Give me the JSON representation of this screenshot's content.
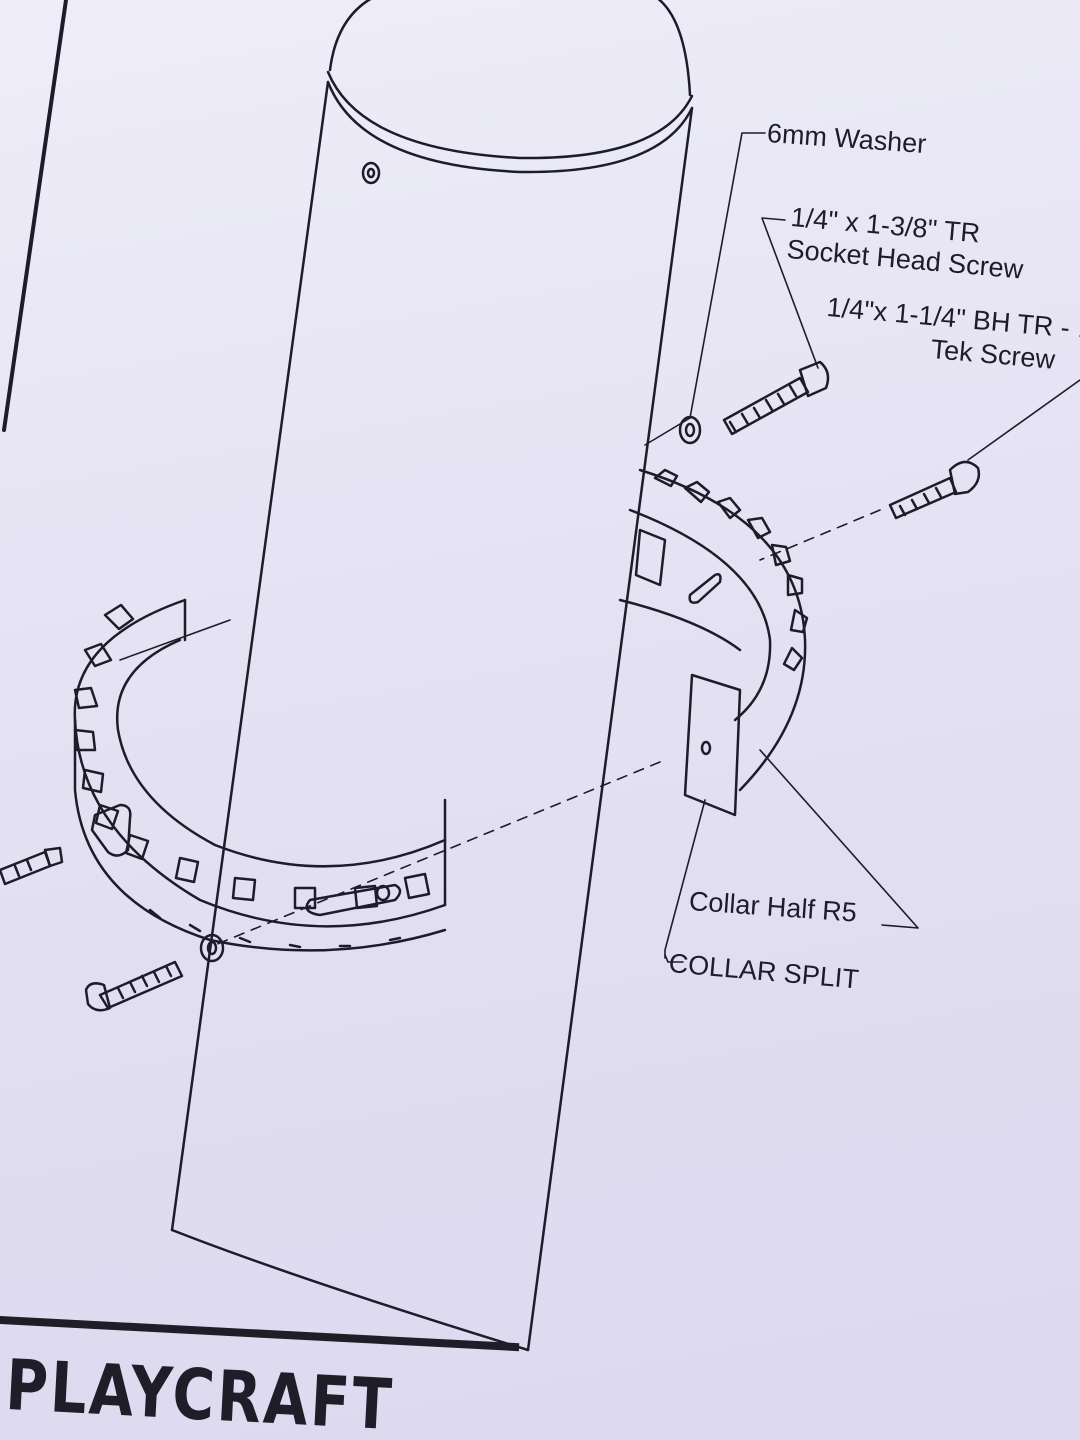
{
  "labels": {
    "washer": "6mm Washer",
    "socket_screw_line1": "1/4\" x 1-3/8\" TR",
    "socket_screw_line2": "Socket Head Screw",
    "tek_screw_line1": "1/4\"x 1-1/4\" BH TR -",
    "tek_screw_line2": "Tek Screw",
    "collar_half": "Collar Half R5",
    "collar_split": "COLLAR SPLIT"
  },
  "brand": {
    "name": "PLAYCRAFT"
  },
  "colors": {
    "ink": "#1c1c2a",
    "paper": "#e6e3f4"
  }
}
